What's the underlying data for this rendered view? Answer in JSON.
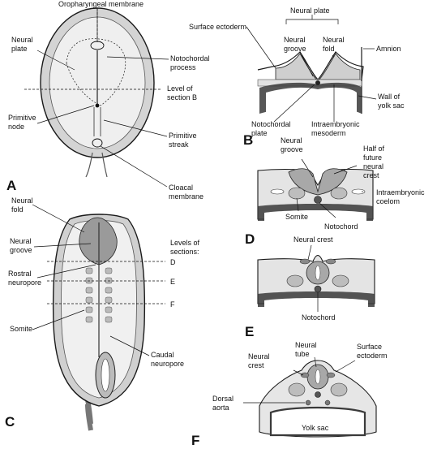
{
  "panels": {
    "A": {
      "letter": "A",
      "labels": {
        "oropharyngeal": "Oropharyngeal membrane",
        "neural_plate": [
          "Neural",
          "plate"
        ],
        "notochordal_process": [
          "Notochordal",
          "process"
        ],
        "level_section_b": [
          "Level of",
          "section B"
        ],
        "primitive_node": [
          "Primitive",
          "node"
        ],
        "primitive_streak": [
          "Primitive",
          "streak"
        ],
        "cloacal_membrane": [
          "Cloacal",
          "membrane"
        ]
      }
    },
    "B": {
      "letter": "B",
      "labels": {
        "surface_ectoderm": "Surface ectoderm",
        "neural_plate_brace": "Neural plate",
        "neural_groove": [
          "Neural",
          "groove"
        ],
        "neural_fold": [
          "Neural",
          "fold"
        ],
        "amnion": "Amnion",
        "wall_yolk_sac": [
          "Wall of",
          "yolk sac"
        ],
        "notochordal_plate": [
          "Notochordal",
          "plate"
        ],
        "intraembryonic_mesoderm": [
          "Intraembryonic",
          "mesoderm"
        ]
      }
    },
    "C": {
      "letter": "C",
      "labels": {
        "neural_fold": [
          "Neural",
          "fold"
        ],
        "neural_groove": [
          "Neural",
          "groove"
        ],
        "levels_of_sections": [
          "Levels of",
          "sections:"
        ],
        "rostral_neuropore": [
          "Rostral",
          "neuropore"
        ],
        "somite": "Somite",
        "caudal_neuropore": [
          "Caudal",
          "neuropore"
        ],
        "level_d": "D",
        "level_e": "E",
        "level_f": "F"
      }
    },
    "D": {
      "letter": "D",
      "labels": {
        "neural_groove": [
          "Neural",
          "groove"
        ],
        "half_neural_crest": [
          "Half of",
          "future",
          "neural",
          "crest"
        ],
        "intraembryonic_coelom": [
          "Intraembryonic",
          "coelom"
        ],
        "somite": "Somite",
        "notochord": "Notochord"
      }
    },
    "E": {
      "letter": "E",
      "labels": {
        "neural_crest": "Neural crest",
        "notochord": "Notochord"
      }
    },
    "F": {
      "letter": "F",
      "labels": {
        "neural_crest": [
          "Neural",
          "crest"
        ],
        "neural_tube": [
          "Neural",
          "tube"
        ],
        "surface_ectoderm": [
          "Surface",
          "ectoderm"
        ],
        "dorsal_aorta": [
          "Dorsal",
          "aorta"
        ],
        "yolk_sac": "Yolk sac"
      }
    }
  },
  "colors": {
    "tissue_light": "#e6e6e6",
    "tissue_mid": "#c8c8c8",
    "tissue_dark": "#3a3a3a",
    "outline": "#1a1a1a"
  }
}
